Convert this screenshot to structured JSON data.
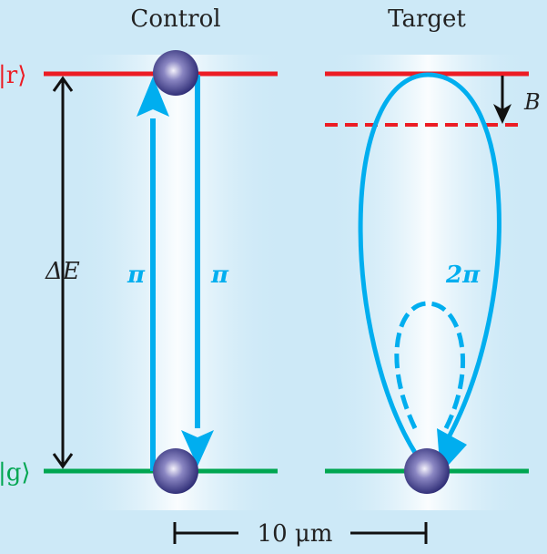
{
  "titles": {
    "control": "Control",
    "target": "Target"
  },
  "states": {
    "rydberg": "|r⟩",
    "ground": "|g⟩"
  },
  "labels": {
    "energy_gap": "ΔE",
    "pulse_up": "π",
    "pulse_down": "π",
    "pulse_target": "2π",
    "blockade_shift": "B"
  },
  "scale_bar": {
    "label": "10 μm"
  },
  "colors": {
    "rydberg_line": "#ec1c24",
    "ground_line": "#00a651",
    "pulse": "#00aeef",
    "arrow": "#111111",
    "background": "#cde9f7",
    "atom": "#3b3b8f"
  }
}
